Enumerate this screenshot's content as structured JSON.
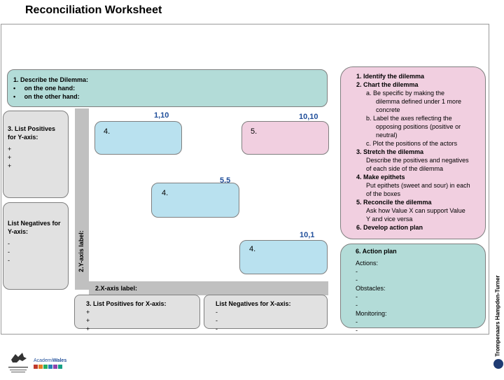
{
  "header": {
    "title": "Reconciliation Worksheet"
  },
  "dilemma": {
    "heading": "1. Describe the Dilemma:",
    "items": [
      "on the one hand:",
      "on the other hand:"
    ]
  },
  "steps": {
    "s1": "1.  Identify the dilemma",
    "s2": "2.  Chart the dilemma",
    "s2a": "a.  Be specific by making the",
    "s2a2": "dilemma defined under 1 more",
    "s2a3": "concrete",
    "s2b": "b.  Label the axes reflecting the",
    "s2b2": "opposing positions (positive or",
    "s2b3": "neutral)",
    "s2c": "c.  Plot the positions of the actors",
    "s3": "3. Stretch the dilemma",
    "s3a": "Describe the positives and negatives",
    "s3b": "of each side of the dilemma",
    "s4": "4. Make epithets",
    "s4a": "Put epithets (sweet and sour) in each",
    "s4b": "of the boxes",
    "s5": "5. Reconcile the dilemma",
    "s5a": "Ask how Value X can support Value",
    "s5b": "Y and vice versa",
    "s6": "6. Develop action plan"
  },
  "y_positives": {
    "heading1": "3. List Positives",
    "heading2": "for Y-axis:",
    "items": [
      "+",
      "+",
      "+"
    ]
  },
  "y_negatives": {
    "heading1": "List Negatives for",
    "heading2": "Y-axis:",
    "items": [
      "-",
      "-",
      "-"
    ]
  },
  "x_positives": {
    "heading": "3. List Positives for X-axis:",
    "items": [
      "+",
      "+",
      "+"
    ]
  },
  "x_negatives": {
    "heading": "List Negatives for X-axis:",
    "items": [
      "-",
      "-",
      "-"
    ]
  },
  "axes": {
    "y_label": "2.Y-axis label:",
    "x_label": "2.X-axis label:"
  },
  "grid": {
    "c1": {
      "coord": "1,10",
      "text": "4."
    },
    "c2": {
      "coord": "10,10",
      "text": "5."
    },
    "c3": {
      "coord": "5,5",
      "text": "4."
    },
    "c4": {
      "coord": "10,1",
      "text": "4."
    }
  },
  "action_plan": {
    "heading": "6. Action plan",
    "actions": "Actions:",
    "obstacles": "Obstacles:",
    "monitoring": "Monitoring:",
    "dash": "-"
  },
  "footer": {
    "welsh_logo": "Llywodraeth Cymru Welsh Government",
    "academi_logo": "AcademiWales",
    "brand_logo": "Trompenaars Hampden-Turner"
  },
  "colors": {
    "teal": "#b3dcd8",
    "pink": "#f1cfe0",
    "blue": "#b9e1ef",
    "grey": "#e1e1e1",
    "navy": "#1f4e9a"
  }
}
